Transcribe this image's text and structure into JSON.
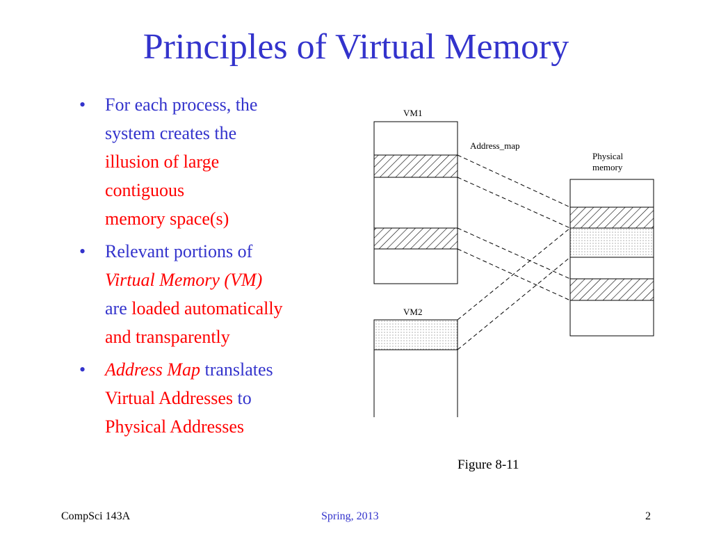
{
  "slide": {
    "title": "Principles of Virtual Memory",
    "bullets": [
      {
        "lines": [
          [
            {
              "text": "For each process, the",
              "color": "blue"
            }
          ],
          [
            {
              "text": "system creates the",
              "color": "blue"
            }
          ],
          [
            {
              "text": "illusion of large",
              "color": "red"
            }
          ],
          [
            {
              "text": "contiguous",
              "color": "red"
            }
          ],
          [
            {
              "text": "memory space(s)",
              "color": "red"
            }
          ]
        ]
      },
      {
        "lines": [
          [
            {
              "text": "Relevant portions of",
              "color": "blue"
            }
          ],
          [
            {
              "text": "Virtual Memory (VM)",
              "color": "red",
              "italic": true
            }
          ],
          [
            {
              "text": "are ",
              "color": "blue"
            },
            {
              "text": "loaded automatically",
              "color": "red"
            }
          ],
          [
            {
              "text": "and transparently",
              "color": "red"
            }
          ]
        ]
      },
      {
        "lines": [
          [
            {
              "text": "Address Map",
              "color": "red",
              "italic": true
            },
            {
              "text": " translates",
              "color": "blue"
            }
          ],
          [
            {
              "text": "Virtual Addresses",
              "color": "red"
            },
            {
              "text": " to",
              "color": "blue"
            }
          ],
          [
            {
              "text": "Physical Addresses",
              "color": "red"
            }
          ]
        ]
      }
    ],
    "bullet_glyph": "•",
    "figure": {
      "vm1_label": "VM1",
      "vm2_label": "VM2",
      "address_map_label": "Address_map",
      "physical_label_line1": "Physical",
      "physical_label_line2": "memory"
    },
    "caption": "Figure 8-11",
    "footer": {
      "left": "CompSci 143A",
      "center": "Spring, 2013",
      "right": "2"
    }
  },
  "colors": {
    "blue": "#3333cc",
    "red": "#ff0000"
  }
}
